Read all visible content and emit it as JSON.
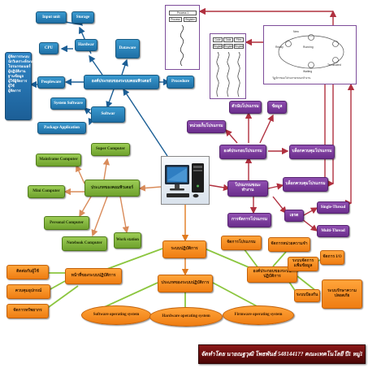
{
  "hardware_branch": {
    "input_unit": "Input unit",
    "storage": "Storage",
    "hardwar": "Hardwar",
    "cpu": "CPU",
    "dataware": "Dataware",
    "peopleware": "Peopleware",
    "central": "องค์ประกอบของระบบคอมพิวเตอร์",
    "procedure": "Procedure",
    "system_software": "System Software",
    "softwar": "Softwar",
    "package_application": "Package Application",
    "people_notes": [
      "ผู้จัดการระบบ",
      "นักวิเคราะห์ระบบ",
      "โปรแกรมเมอร์",
      "ผู้ปฏิบัติงาน",
      "ฐานข้อมูล",
      "ผู้ใช้ผู้จัดการ",
      "ผู้ใช้",
      "ผู้จัดการ"
    ]
  },
  "screenshots": {
    "panel_a_rows": [
      "Process 1",
      "Process 2",
      "Register"
    ],
    "panel_b_cols": [
      "Code",
      "Data",
      "Files"
    ],
    "panel_b_row2": [
      "Registers",
      "Registers",
      "Registers"
    ],
    "panel_c_caption": "วัฏจักรของโปรแกรมขณะทำงาน",
    "panel_c_states": [
      "New",
      "Ready",
      "Running",
      "Waiting",
      "Terminated"
    ]
  },
  "process_branch": {
    "program_counter": "ตัวนับโปรแกรม",
    "data": "ข้อมูล",
    "registers": "หน่วยเก็บโปรแกรม",
    "components": "องค์ประกอบโปรแกรม",
    "process_control_block": "บล็อกควบคุมโปรแกรม",
    "process": "โปรแกรมขณะทำงาน",
    "process_block": "บล็อกควบคุมโปรแกรม",
    "thread": "เธรด",
    "single_thread": "Single-Thread",
    "multi_thread": "Multi-Thread",
    "scheduling": "การจัดการโปรแกรม"
  },
  "computer_types": {
    "super_computer": "Super Computer",
    "mainframe": "Mainframe Computer",
    "mini": "Mini Computer",
    "center": "ประเภทของคอมพิวเตอร์",
    "personal": "Personal Computer",
    "notebook": "Notebook Computer",
    "workstation": "Work station"
  },
  "os_branch": {
    "os": "ระบบปฏิบัติการ",
    "process_mgmt": "จัดการโปรแกรม",
    "memory_mgmt": "จัดการหน่วยความจำ",
    "io_mgmt": "จัดการ I/O",
    "duty": "หน้าที่ของระบบปฏิบัติการ",
    "contact_user": "ติดต่อกับผู้ใช้",
    "control_devices": "ควบคุมอุปกรณ์",
    "manage_resources": "จัดการทรัพยากร",
    "types": "ประเภทของระบบปฏิบัติการ",
    "components": "องค์ประกอบของระบบปฏิบัติการ",
    "file_system": "ระบบจัดการแฟ้มข้อมูล",
    "protection": "ระบบป้องกัน",
    "security": "ระบบรักษาความปลอดภัย",
    "software_os": "Software operating system",
    "hardware_os": "Hardware operating system",
    "firmware_os": "Firmware operating system"
  },
  "credit": "จัดทำโดย นายณฐวุฒิ โพธพันธ์ 5481441?? คณะเทคโนโลยี ปี1 หมู่1",
  "colors": {
    "blue": "#2680bb",
    "purple": "#7a3a9c",
    "green": "#86b83d",
    "orange": "#f5901f",
    "credit": "#6a0e0e"
  }
}
